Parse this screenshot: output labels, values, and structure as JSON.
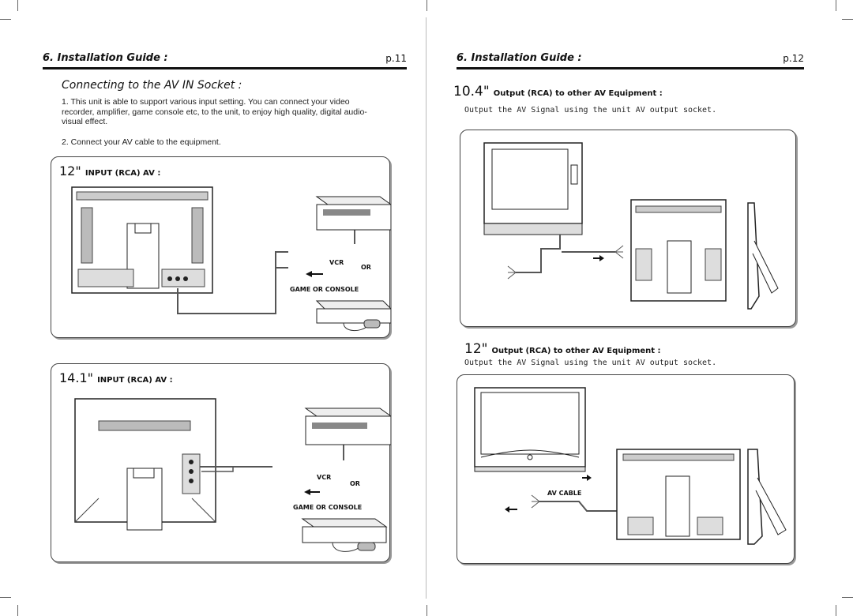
{
  "left_page": {
    "header": {
      "title": "6. Installation Guide :",
      "page": "p.11"
    },
    "subtitle": "Connecting to the AV IN Socket :",
    "instructions": [
      "1. This unit is able to support various input setting. You can connect your video recorder, amplifier, game console etc, to the unit, to enjoy high quality, digital audio-visual effect.",
      "2. Connect your AV cable to the equipment."
    ],
    "panels": [
      {
        "size": "12\"",
        "label": "INPUT (RCA) AV :",
        "vcr": "VCR",
        "or": "OR",
        "console": "GAME OR CONSOLE"
      },
      {
        "size": "14.1\"",
        "label": "INPUT (RCA) AV :",
        "vcr": "VCR",
        "or": "OR",
        "console": "GAME OR CONSOLE"
      }
    ]
  },
  "right_page": {
    "header": {
      "title": "6. Installation Guide :",
      "page": "p.12"
    },
    "sections": [
      {
        "size": "10.4\"",
        "label": "Output (RCA) to other AV Equipment :",
        "desc": "Output the AV Signal using the unit AV output socket."
      },
      {
        "size": "12\"",
        "label": "Output (RCA) to other AV Equipment :",
        "desc": "Output the AV Signal using the unit AV output socket.",
        "cable": "AV CABLE"
      }
    ]
  }
}
